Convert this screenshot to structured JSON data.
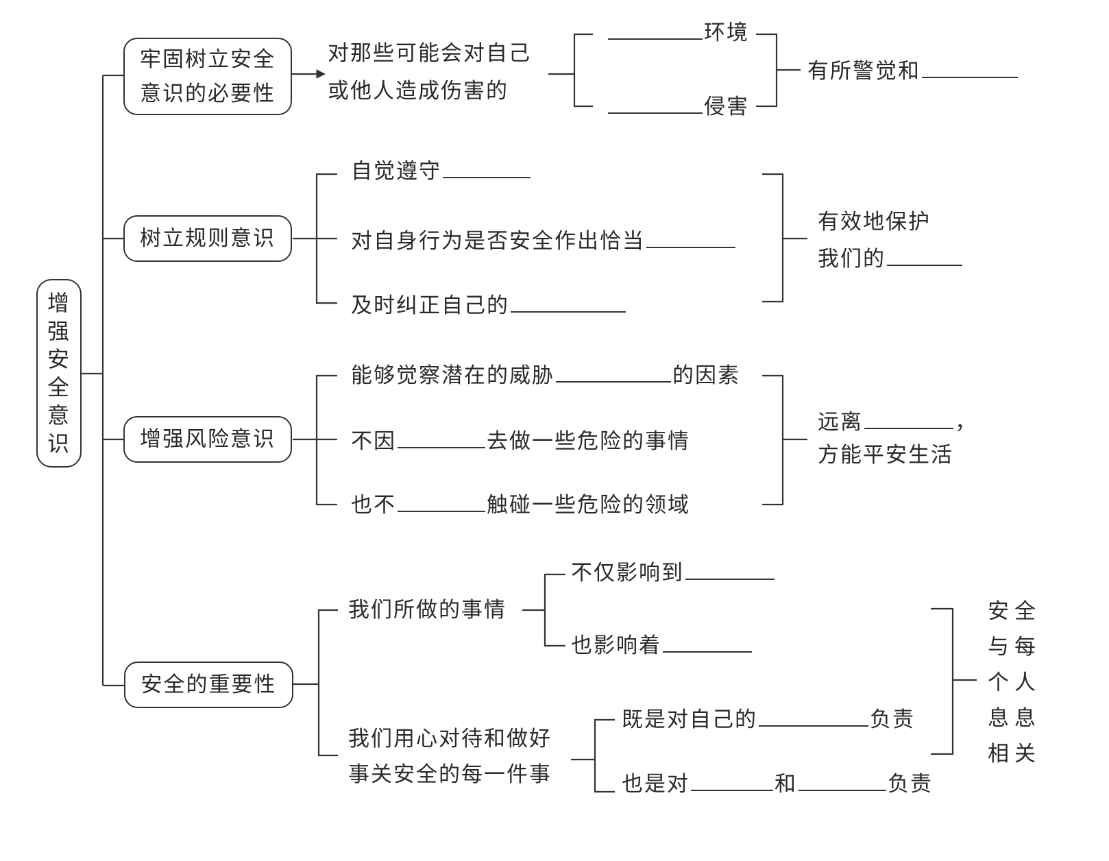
{
  "root": {
    "label_chars": [
      "增",
      "强",
      "安",
      "全",
      "意",
      "识"
    ],
    "label": "增强安全意识"
  },
  "branches": [
    {
      "title_lines": [
        "牢固树立安全",
        "意识的必要性"
      ],
      "lead_lines": [
        "对那些可能会对自己",
        "或他人造成伤害的"
      ],
      "items": [
        {
          "after": "环境",
          "blank": "________"
        },
        {
          "after": "侵害",
          "blank": "________"
        }
      ],
      "conclusion": {
        "before": "有所警觉和",
        "blank": "________"
      }
    },
    {
      "title": "树立规则意识",
      "items": [
        {
          "before": "自觉遵守",
          "blank": "________"
        },
        {
          "before": "对自身行为是否安全作出恰当",
          "blank": "________"
        },
        {
          "before": "及时纠正自己的",
          "blank": "________"
        }
      ],
      "conclusion": {
        "line1": "有效地保护",
        "line2_before": "我们的",
        "blank": "________"
      }
    },
    {
      "title": "增强风险意识",
      "items": [
        {
          "before": "能够觉察潜在的威胁",
          "blank": "________",
          "after": "的因素"
        },
        {
          "before": "不因",
          "blank": "________",
          "after": "去做一些危险的事情"
        },
        {
          "before": "也不",
          "blank": "________",
          "after": "触碰一些危险的领域"
        }
      ],
      "conclusion": {
        "line1_before": "远离",
        "blank": "________",
        "line1_after": "，",
        "line2": "方能平安生活"
      }
    },
    {
      "title": "安全的重要性",
      "groups": [
        {
          "lead": "我们所做的事情",
          "items": [
            {
              "before": "不仅影响到",
              "blank": "________"
            },
            {
              "before": "也影响着",
              "blank": "________"
            }
          ]
        },
        {
          "lead_lines": [
            "我们用心对待和做好",
            "事关安全的每一件事"
          ],
          "items": [
            {
              "before": "既是对自己的",
              "blank": "________",
              "after": "负责"
            },
            {
              "before": "也是对",
              "blank": "________",
              "middle": "和",
              "blank2": "________",
              "after": "负责"
            }
          ]
        }
      ],
      "conclusion_lines": [
        "安全",
        "与每",
        "个人",
        "息息",
        "相关"
      ]
    }
  ]
}
